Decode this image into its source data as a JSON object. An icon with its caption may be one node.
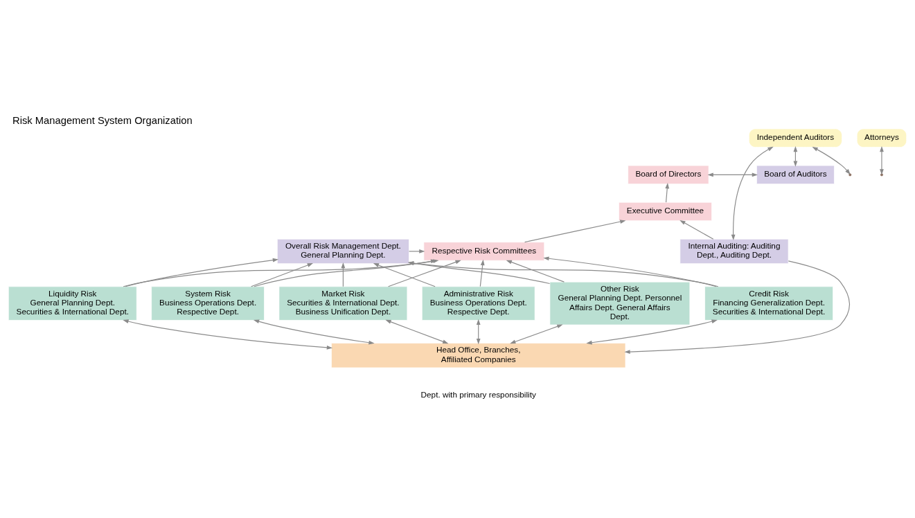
{
  "diagram": {
    "title": "Risk Management System Organization",
    "nodes": [
      {
        "text": [
          "Independent Auditors"
        ]
      },
      {
        "text": [
          "Attorneys"
        ]
      },
      {
        "text": [
          "Board of Directors"
        ]
      },
      {
        "text": [
          "Board of Auditors"
        ]
      },
      {
        "text": [
          "Executive Committee"
        ]
      },
      {
        "text": [
          "Overall Risk Management Dept. General Planning Dept."
        ]
      },
      {
        "text": [
          "Respective Risk Committees"
        ]
      },
      {
        "text": [
          "Internal Auditing: Auditing Dept., Auditing Dept."
        ]
      },
      {
        "text": [
          "Credit Risk",
          "Financing Generalization Dept. Securities & International Dept."
        ]
      },
      {
        "text": [
          "Liquidity Risk",
          "General Planning Dept. Securities & International Dept."
        ]
      },
      {
        "text": [
          "System Risk",
          "Business Operations Dept. Respective Dept."
        ]
      },
      {
        "text": [
          "Market Risk",
          "Securities & International Dept. Business Unification Dept."
        ]
      },
      {
        "text": [
          "Administrative Risk",
          "Business Operations Dept. Respective Dept."
        ]
      },
      {
        "text": [
          "Other Risk",
          "General Planning Dept. Personnel Affairs Dept. General Affairs Dept."
        ]
      },
      {
        "text": [
          "Head Office, Branches, Affiliated Companies"
        ]
      }
    ],
    "edges": [
      {
        "from": 0,
        "to": null,
        "arrow": "both"
      },
      {
        "from": 7,
        "to": 0,
        "arrow": "both"
      },
      {
        "from": 0,
        "to": 3,
        "arrow": "both"
      },
      {
        "from": 1,
        "to": null,
        "arrow": "both"
      },
      {
        "from": 2,
        "to": 3,
        "arrow": "both"
      },
      {
        "from": 4,
        "to": 2,
        "arrow": "to"
      },
      {
        "from": 7,
        "to": 4,
        "arrow": "to"
      },
      {
        "from": 6,
        "to": 4,
        "arrow": "to"
      },
      {
        "from": 5,
        "to": 6,
        "arrow": "to"
      },
      {
        "from": 7,
        "to": 14,
        "arrow": "to"
      },
      {
        "from": 8,
        "to": 5,
        "arrow": "to"
      },
      {
        "from": 8,
        "to": 6,
        "arrow": "to"
      },
      {
        "from": 11,
        "to": 5,
        "arrow": "to"
      },
      {
        "from": 11,
        "to": 6,
        "arrow": "to"
      },
      {
        "from": 9,
        "to": 5,
        "arrow": "to"
      },
      {
        "from": 9,
        "to": 6,
        "arrow": "to"
      },
      {
        "from": 12,
        "to": 5,
        "arrow": "to"
      },
      {
        "from": 12,
        "to": 6,
        "arrow": "to"
      },
      {
        "from": 10,
        "to": 5,
        "arrow": "to"
      },
      {
        "from": 10,
        "to": 6,
        "arrow": "to"
      },
      {
        "from": 13,
        "to": 5,
        "arrow": "to"
      },
      {
        "from": 13,
        "to": 6,
        "arrow": "to"
      },
      {
        "from": 8,
        "to": 14,
        "arrow": "both"
      },
      {
        "from": 11,
        "to": 14,
        "arrow": "both"
      },
      {
        "from": 9,
        "to": 14,
        "arrow": "both"
      },
      {
        "from": 12,
        "to": 14,
        "arrow": "both"
      },
      {
        "from": 10,
        "to": 14,
        "arrow": "both"
      },
      {
        "from": 13,
        "to": 14,
        "arrow": "both"
      }
    ],
    "labels": [
      "Dept. with primary responsibility"
    ]
  }
}
